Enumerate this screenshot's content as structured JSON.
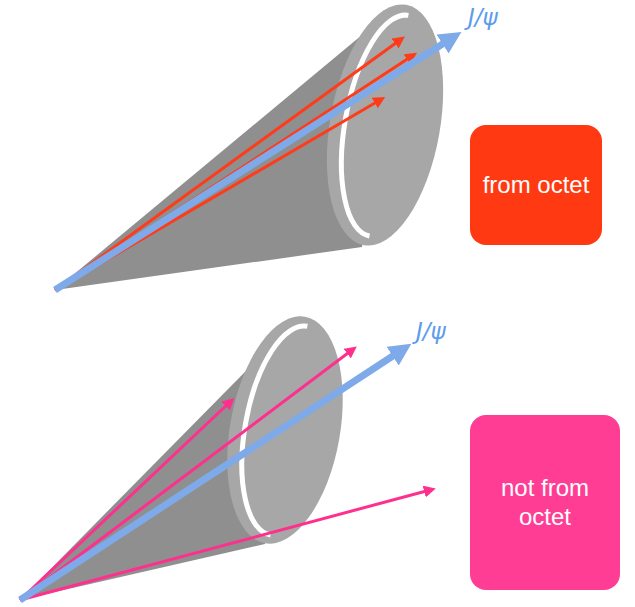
{
  "diagram": {
    "nodes": [
      {
        "text": [
          "from octet"
        ]
      },
      {
        "text": [
          "not from octet"
        ]
      }
    ],
    "labels": [
      "J/ψ",
      "J/ψ"
    ]
  }
}
